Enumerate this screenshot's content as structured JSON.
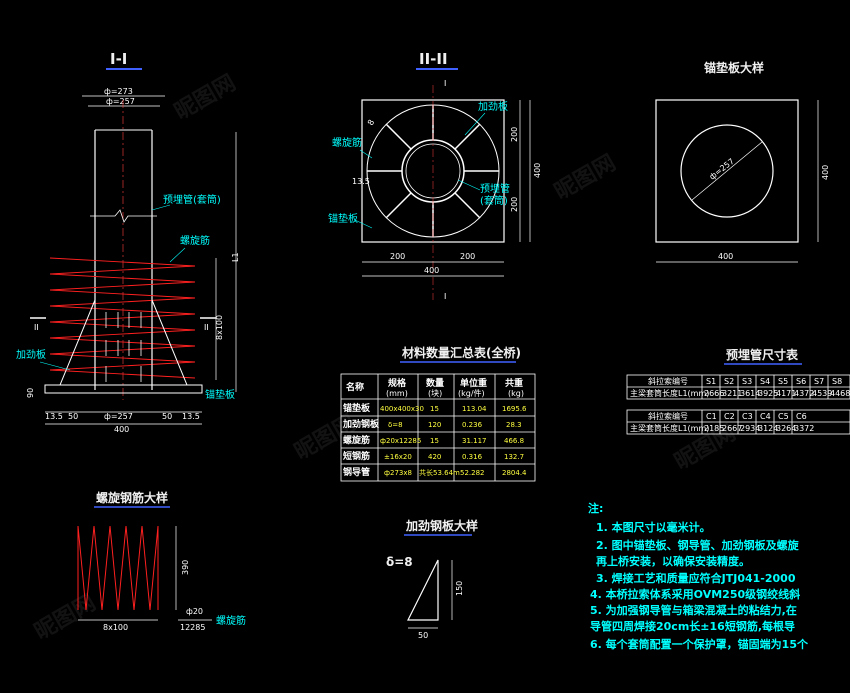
{
  "section1": {
    "title": "I-I",
    "dim_outer": "ф=273",
    "dim_inner": "ф=257",
    "label_pipe": "预埋管(套筒)",
    "label_spiral": "螺旋筋",
    "label_stiffener": "加劲板",
    "label_plate": "锚垫板",
    "label_L1": "L1",
    "label_pitch": "8x100",
    "label_90": "90",
    "section_mark": "II",
    "bottom_dims": [
      "13.5",
      "50",
      "ф=257",
      "50",
      "13.5"
    ],
    "bottom_total": "400"
  },
  "section2": {
    "title": "II-II",
    "cut_mark": "I",
    "label_stiffener": "加劲板",
    "label_spiral": "螺旋筋",
    "label_pipe_1": "预埋管",
    "label_pipe_2": "(套筒)",
    "label_plate": "锚垫板",
    "dim_t": "8",
    "dim_side": "13.5",
    "right_dims": [
      "200",
      "200"
    ],
    "right_total": "400",
    "bottom_dims": [
      "200",
      "200"
    ],
    "bottom_total": "400"
  },
  "plate_detail": {
    "title": "锚垫板大样",
    "dim_hole": "ф=257",
    "right_dim": "400",
    "bottom_dim": "400"
  },
  "materials": {
    "title": "材料数量汇总表(全桥)",
    "headers": [
      {
        "main": "名称",
        "sub": ""
      },
      {
        "main": "规格",
        "sub": "(mm)"
      },
      {
        "main": "数量",
        "sub": "(块)"
      },
      {
        "main": "单位重",
        "sub": "(kg/件)"
      },
      {
        "main": "共重",
        "sub": "(kg)"
      }
    ],
    "rows": [
      [
        "锚垫板",
        "400x400x30",
        "15",
        "113.04",
        "1695.6"
      ],
      [
        "加劲钢板",
        "δ=8",
        "120",
        "0.236",
        "28.3"
      ],
      [
        "螺旋筋",
        "ф20x12285",
        "15",
        "31.117",
        "466.8"
      ],
      [
        "短钢筋",
        "±16x20",
        "420",
        "0.316",
        "132.7"
      ],
      [
        "钢导管",
        "ф273x8",
        "共长53.64m",
        "52.282",
        "2804.4"
      ]
    ]
  },
  "pipe_table": {
    "title": "预埋管尺寸表",
    "row1_label": "斜拉索编号",
    "row1_codes": [
      "S1",
      "S2",
      "S3",
      "S4",
      "S5",
      "S6",
      "S7",
      "S8"
    ],
    "row2_label": "主梁套筒长度L1(mm)",
    "row2_vals": [
      "2666",
      "3211",
      "3614",
      "3925",
      "4171",
      "4372",
      "4539",
      "4468"
    ],
    "row3_label": "斜拉索编号",
    "row3_codes": [
      "C1",
      "C2",
      "C3",
      "C4",
      "C5",
      "C6"
    ],
    "row4_label": "主梁套筒长度L1(mm)",
    "row4_vals": [
      "2185",
      "2667",
      "2934",
      "3124",
      "3264",
      "3372"
    ]
  },
  "spiral_detail": {
    "title": "螺旋钢筋大样",
    "dim_height": "390",
    "dim_bottom": "8x100",
    "dim_bar_1": "ф20",
    "dim_bar_2": "12285",
    "label": "螺旋筋"
  },
  "stiffener_detail": {
    "title": "加劲钢板大样",
    "thickness": "δ=8",
    "dim_height": "150",
    "dim_bottom": "50"
  },
  "notes": {
    "heading": "注:",
    "lines": [
      "1. 本图尺寸以毫米计。",
      "2. 图中锚垫板、钢导管、加劲钢板及螺旋",
      "   再上桥安装，以确保安装精度。",
      "3. 焊接工艺和质量应符合JTJ041-2000",
      "4. 本桥拉索体系采用OVM250级钢绞线斜",
      "5. 为加强钢导管与箱梁混凝土的粘结力,在",
      "   导管四周焊接20cm长±16短钢筋,每根导",
      "6. 每个套筒配置一个保护罩，锚固端为15个"
    ]
  },
  "watermark": "昵图网",
  "colors": {
    "background": "#000000",
    "line": "#ffffff",
    "cyan": "#00ffff",
    "red": "#ff2020",
    "yellow": "#ffff00",
    "green": "#00ff00",
    "blue": "#4060ff"
  }
}
